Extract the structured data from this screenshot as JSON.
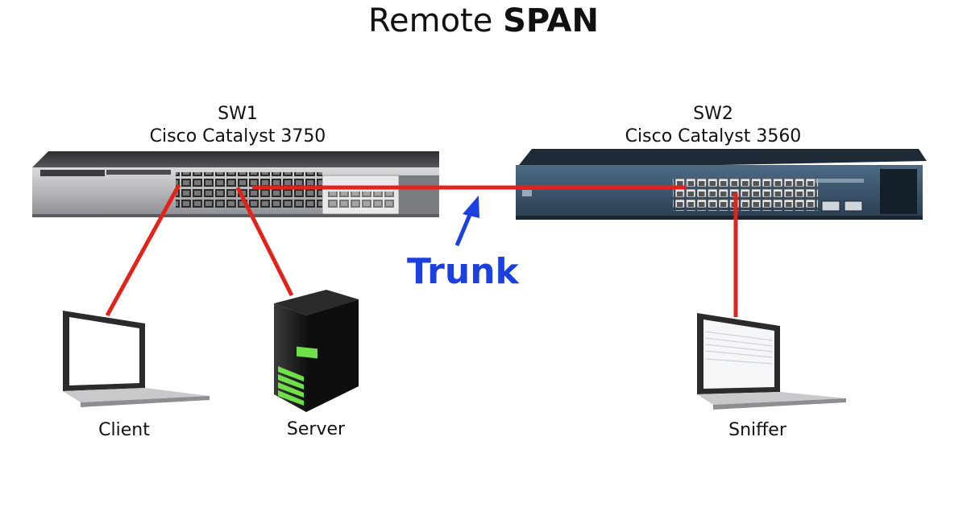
{
  "title": {
    "prefix": "Remote",
    "emphasis": "SPAN"
  },
  "switches": [
    {
      "name": "SW1",
      "model": "Cisco Catalyst 3750"
    },
    {
      "name": "SW2",
      "model": "Cisco Catalyst 3560"
    }
  ],
  "devices": {
    "client": "Client",
    "server": "Server",
    "sniffer": "Sniffer"
  },
  "trunk_label": "Trunk",
  "colors": {
    "link": "#e3231b",
    "trunk_text": "#1c3fe0",
    "server_led": "#6fe04a"
  }
}
